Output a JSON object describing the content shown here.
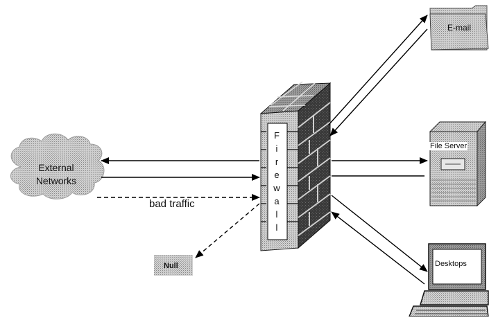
{
  "diagram": {
    "external_networks": {
      "line1": "External",
      "line2": "Networks"
    },
    "firewall": {
      "label": "Firewall",
      "letters": [
        "F",
        "i",
        "r",
        "e",
        "w",
        "a",
        "l",
        "l"
      ]
    },
    "bad_traffic": "bad traffic",
    "null": "Null",
    "email": "E-mail",
    "file_server": "File Server",
    "desktops": "Desktops"
  }
}
